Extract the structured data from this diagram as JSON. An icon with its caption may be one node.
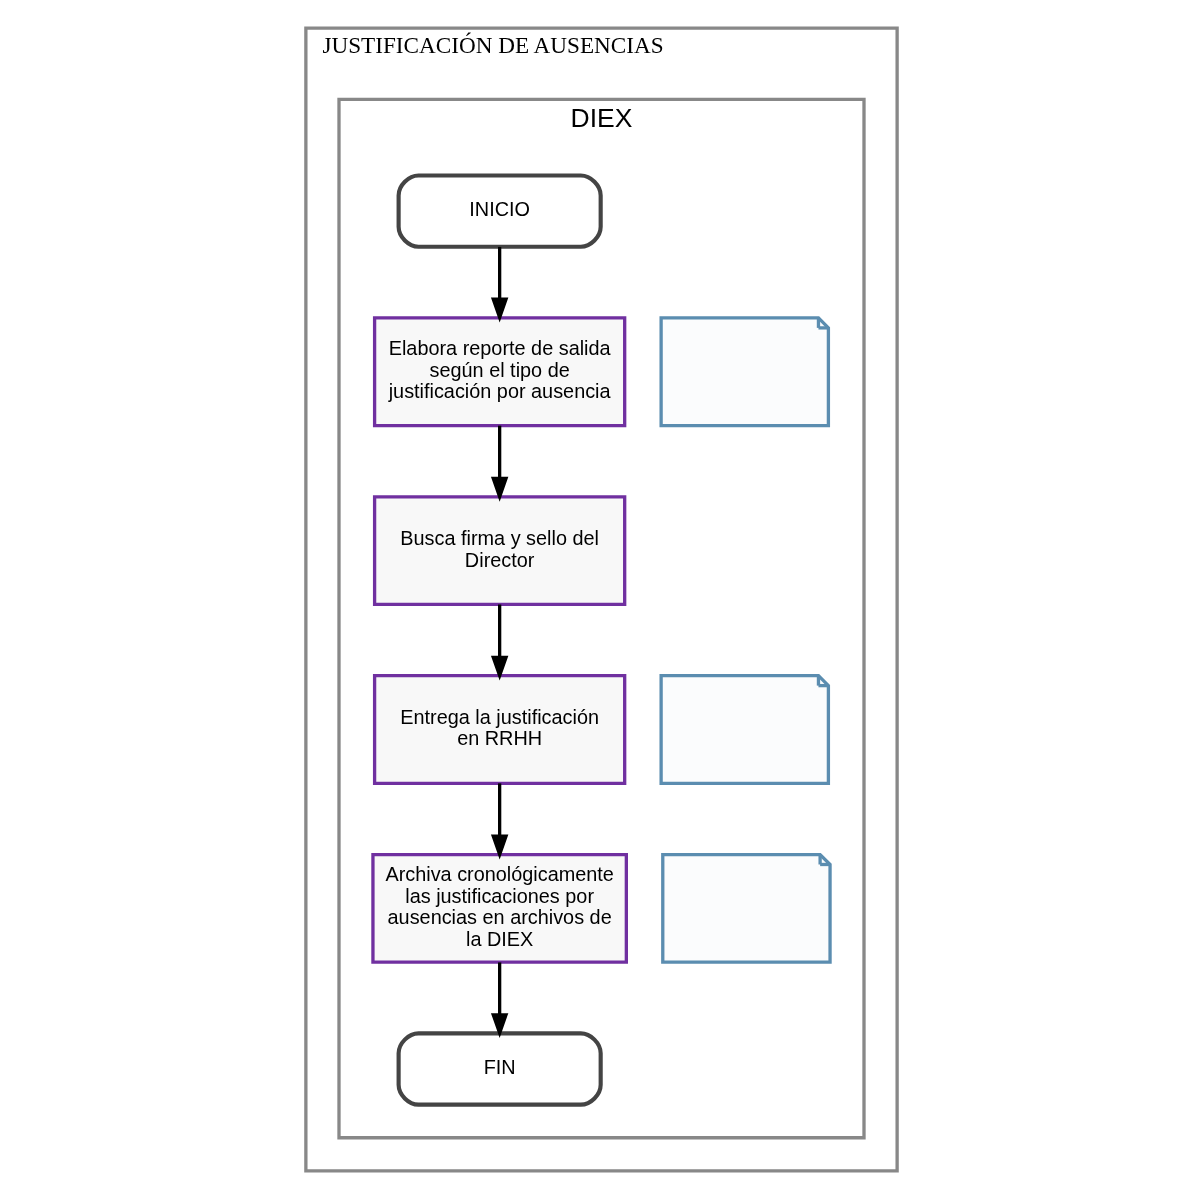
{
  "diagram": {
    "nodes": [
      {
        "text": [
          "JUSTIFICACIÓN DE AUSENCIAS"
        ]
      },
      {
        "text": [
          "DIEX"
        ],
        "in": 0
      },
      {
        "text": [
          "INICIO"
        ],
        "in": 1
      },
      {
        "text": [
          "Elabora reporte de salida según el tipo de justificación por ausencia"
        ],
        "in": 1
      },
      {
        "text": [],
        "shape": "document",
        "in": 1
      },
      {
        "text": [
          "Busca firma y sello del Director"
        ],
        "in": 1
      },
      {
        "text": [
          "Entrega la justificación en RRHH"
        ],
        "in": 1
      },
      {
        "text": [],
        "shape": "document",
        "in": 1
      },
      {
        "text": [
          "Archiva cronológicamente las justificaciones por ausencias en archivos de la DIEX"
        ],
        "in": 1
      },
      {
        "text": [],
        "shape": "document",
        "in": 1
      },
      {
        "text": [
          "FIN"
        ],
        "in": 1
      }
    ],
    "edges": [
      {
        "from": 2,
        "to": 3,
        "arrow": "to"
      },
      {
        "from": 3,
        "to": 5,
        "arrow": "to"
      },
      {
        "from": 5,
        "to": 6,
        "arrow": "to"
      },
      {
        "from": 6,
        "to": 8,
        "arrow": "to"
      },
      {
        "from": 8,
        "to": 10,
        "arrow": "to"
      }
    ]
  }
}
